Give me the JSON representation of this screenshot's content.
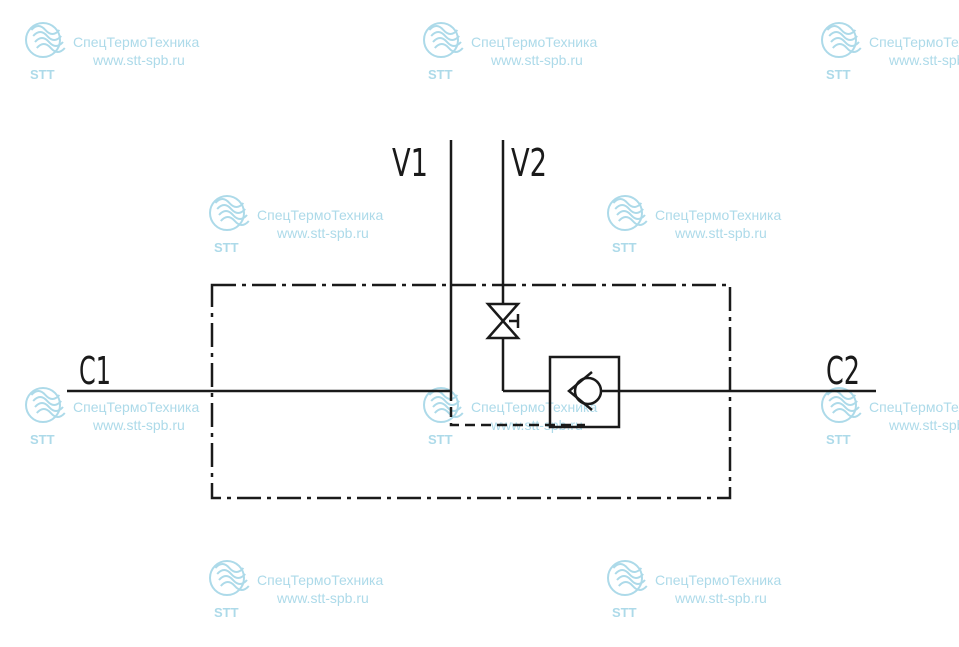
{
  "diagram": {
    "ports": {
      "v1": "V1",
      "v2": "V2",
      "c1": "C1",
      "c2": "C2"
    }
  },
  "watermark": {
    "company": "СпецТермоТехника",
    "url": "www.stt-spb.ru",
    "logo_text": "STT",
    "color": "#9fd4e6"
  },
  "colors": {
    "line": "#1a1a1a",
    "background": "#ffffff"
  }
}
